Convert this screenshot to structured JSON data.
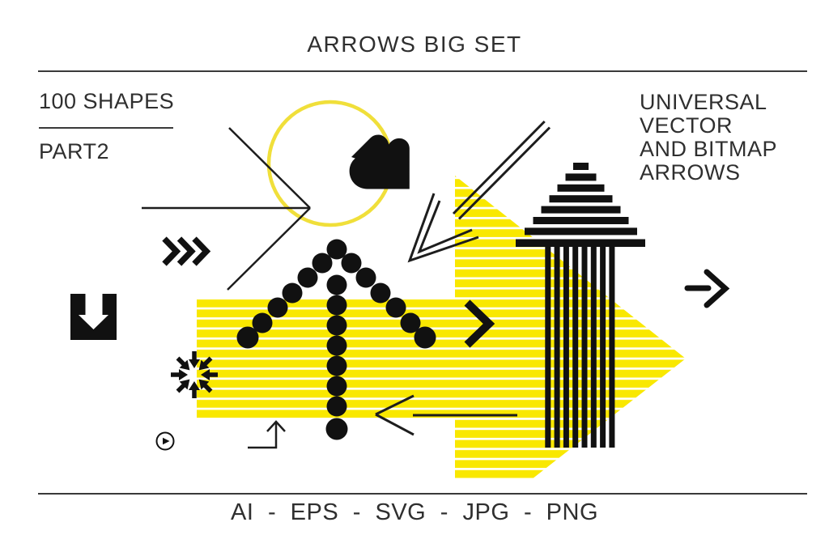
{
  "header": {
    "title": "ARROWS BIG SET"
  },
  "left_block": {
    "line1": "100 SHAPES",
    "line2": "PART2"
  },
  "right_block": {
    "lines": [
      "UNIVERSAL",
      "VECTOR",
      "AND BITMAP",
      "ARROWS"
    ]
  },
  "footer": {
    "formats": "AI - EPS - SVG - JPG - PNG"
  },
  "colors": {
    "arrow_yellow": "#F9E800",
    "circle_yellow": "#F0DF3A",
    "shape_black": "#111111",
    "line_black": "#1D1D1D",
    "text": "#2F2F2F",
    "rule": "#3A3A3A",
    "background": "#FFFFFF"
  },
  "graphics": [
    "big-striped-right-arrow",
    "outline-circle",
    "rotated-heart",
    "dotted-up-arrow",
    "bar-pyramid-up-arrow",
    "thin-right-arrow",
    "double-line-down-left-arrow",
    "triple-chevron-right",
    "download-box-icon",
    "collapse-arrows-icon",
    "play-circle-icon",
    "bold-chevron-right",
    "thin-left-arrow",
    "bent-up-arrow",
    "small-right-arrow"
  ]
}
